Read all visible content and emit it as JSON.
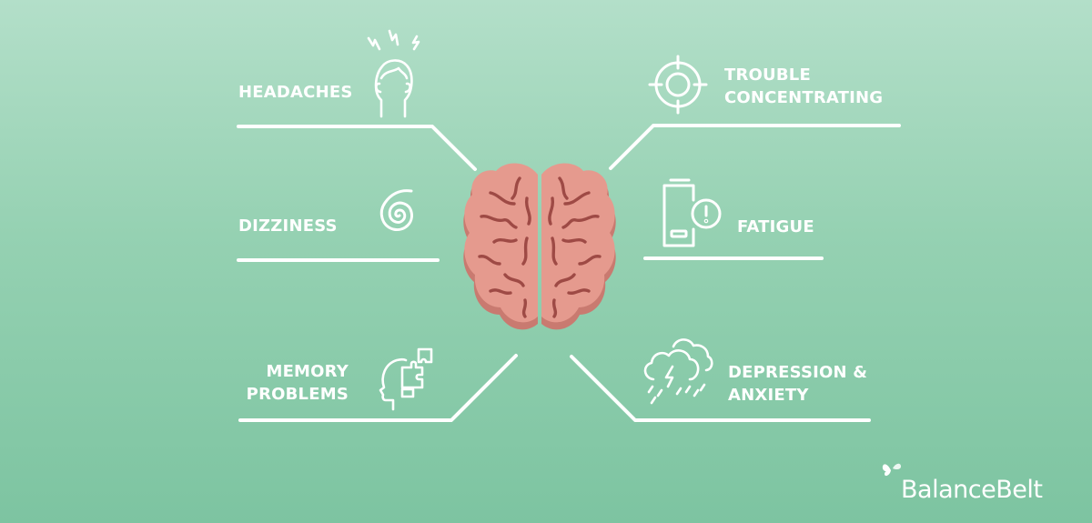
{
  "symptoms": [
    {
      "id": "headaches",
      "lines": [
        "HEADACHES"
      ],
      "icon": "head-pain-icon"
    },
    {
      "id": "dizziness",
      "lines": [
        "DIZZINESS"
      ],
      "icon": "spiral-icon"
    },
    {
      "id": "memory",
      "lines": [
        "MEMORY",
        "PROBLEMS"
      ],
      "icon": "puzzle-head-icon"
    },
    {
      "id": "concentrating",
      "lines": [
        "TROUBLE",
        "CONCENTRATING"
      ],
      "icon": "target-icon"
    },
    {
      "id": "fatigue",
      "lines": [
        "FATIGUE"
      ],
      "icon": "low-battery-icon"
    },
    {
      "id": "depression",
      "lines": [
        "DEPRESSION &",
        "ANXIETY"
      ],
      "icon": "storm-cloud-icon"
    }
  ],
  "center": {
    "icon": "brain-icon"
  },
  "brand": {
    "name_part1": "Balance",
    "name_part2": "Belt",
    "icon": "butterfly-icon"
  },
  "colors": {
    "background_top": "#b3dfc9",
    "background_bottom": "#7dc4a1",
    "foreground": "#ffffff",
    "brain_fill": "#e59a8e",
    "brain_shadow": "#c97a70",
    "brain_fold": "#9e4a45"
  }
}
